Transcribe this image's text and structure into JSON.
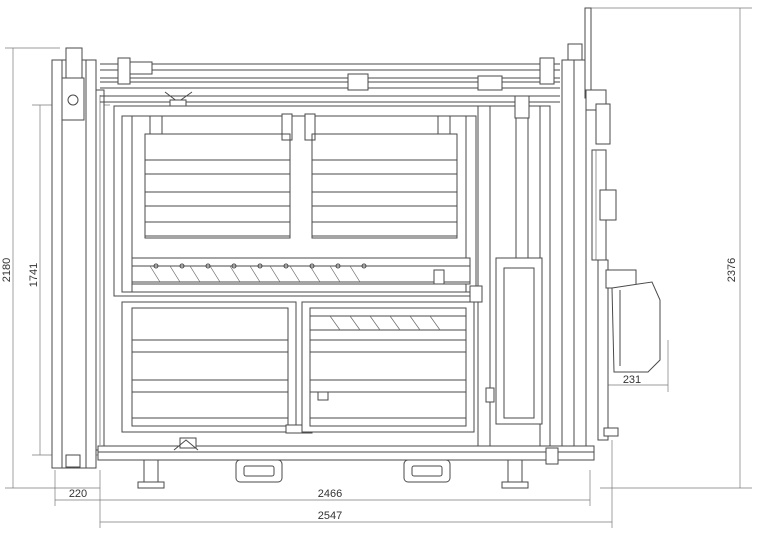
{
  "drawing": {
    "line_color": "#4a4a4a",
    "dimension_color": "#7a7a7a",
    "dimensions": {
      "overall_height": "2376",
      "frame_height": "2180",
      "gate_height": "1741",
      "side_offset": "220",
      "inner_width": "2466",
      "overall_width": "2547",
      "head_bail_depth": "231"
    }
  }
}
